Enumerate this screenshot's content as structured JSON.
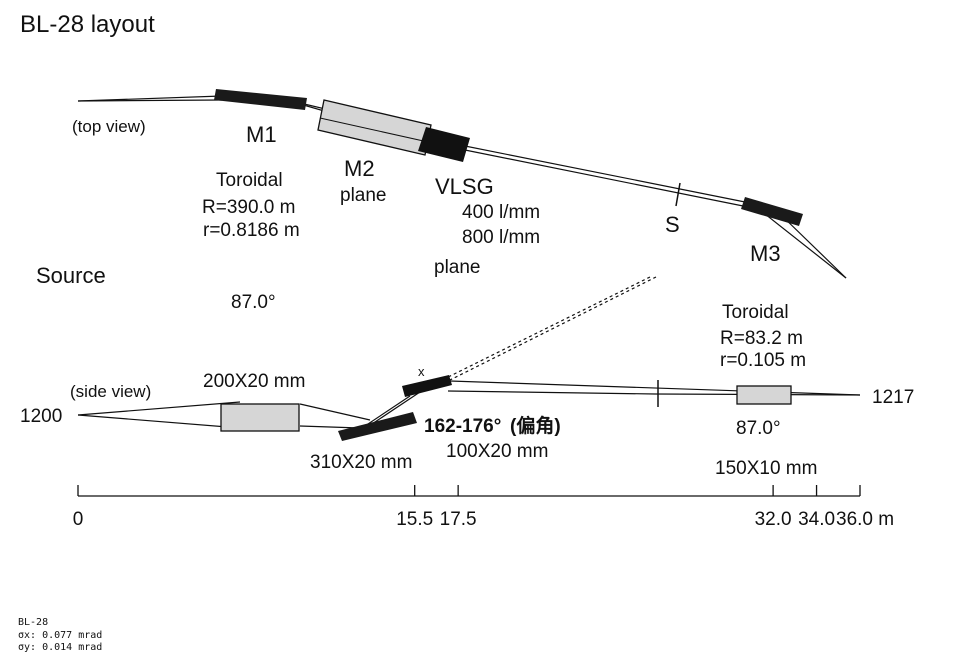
{
  "title": "BL-28 layout",
  "top_view": {
    "label": "(top view)",
    "m1": "M1",
    "m1_type": "Toroidal",
    "m1_R": "R=390.0 m",
    "m1_r": "r=0.8186 m",
    "m2": "M2",
    "m2_type": "plane",
    "vlsg": "VLSG",
    "vlsg_400": "400 l/mm",
    "vlsg_800": "800  l/mm",
    "vlsg_type": "plane",
    "slit": "S",
    "m3": "M3",
    "m3_type": "Toroidal",
    "m3_R": "R=83.2 m",
    "m3_r": "r=0.105 m"
  },
  "source_label": "Source",
  "angle_m1": "87.0°",
  "side_view": {
    "label": "(side view)",
    "m2_size": "200X20 mm",
    "grating_marker": "x",
    "m1_size": "310X20 mm",
    "deflection": "162-176°",
    "deflection_jp": "(偏角)",
    "grating_size": "100X20 mm",
    "m3_angle": "87.0°",
    "m3_size": "150X10 mm",
    "left_value": "1200",
    "right_value": "1217"
  },
  "scale": {
    "ticks": [
      {
        "value": 0,
        "label": "0"
      },
      {
        "value": 15.5,
        "label": "15.5"
      },
      {
        "value": 17.5,
        "label": "17.5"
      },
      {
        "value": 32.0,
        "label": "32.0"
      },
      {
        "value": 34.0,
        "label": "34.0"
      },
      {
        "value": 36.0,
        "label": "36.0 m"
      }
    ]
  },
  "footnote": {
    "line1": "BL-28",
    "line2": "σx: 0.077 mrad",
    "line3": "σy: 0.014 mrad"
  },
  "colors": {
    "ink": "#111111",
    "mirror_fill": "#1a1a1a",
    "box_fill": "#d6d6d6"
  }
}
